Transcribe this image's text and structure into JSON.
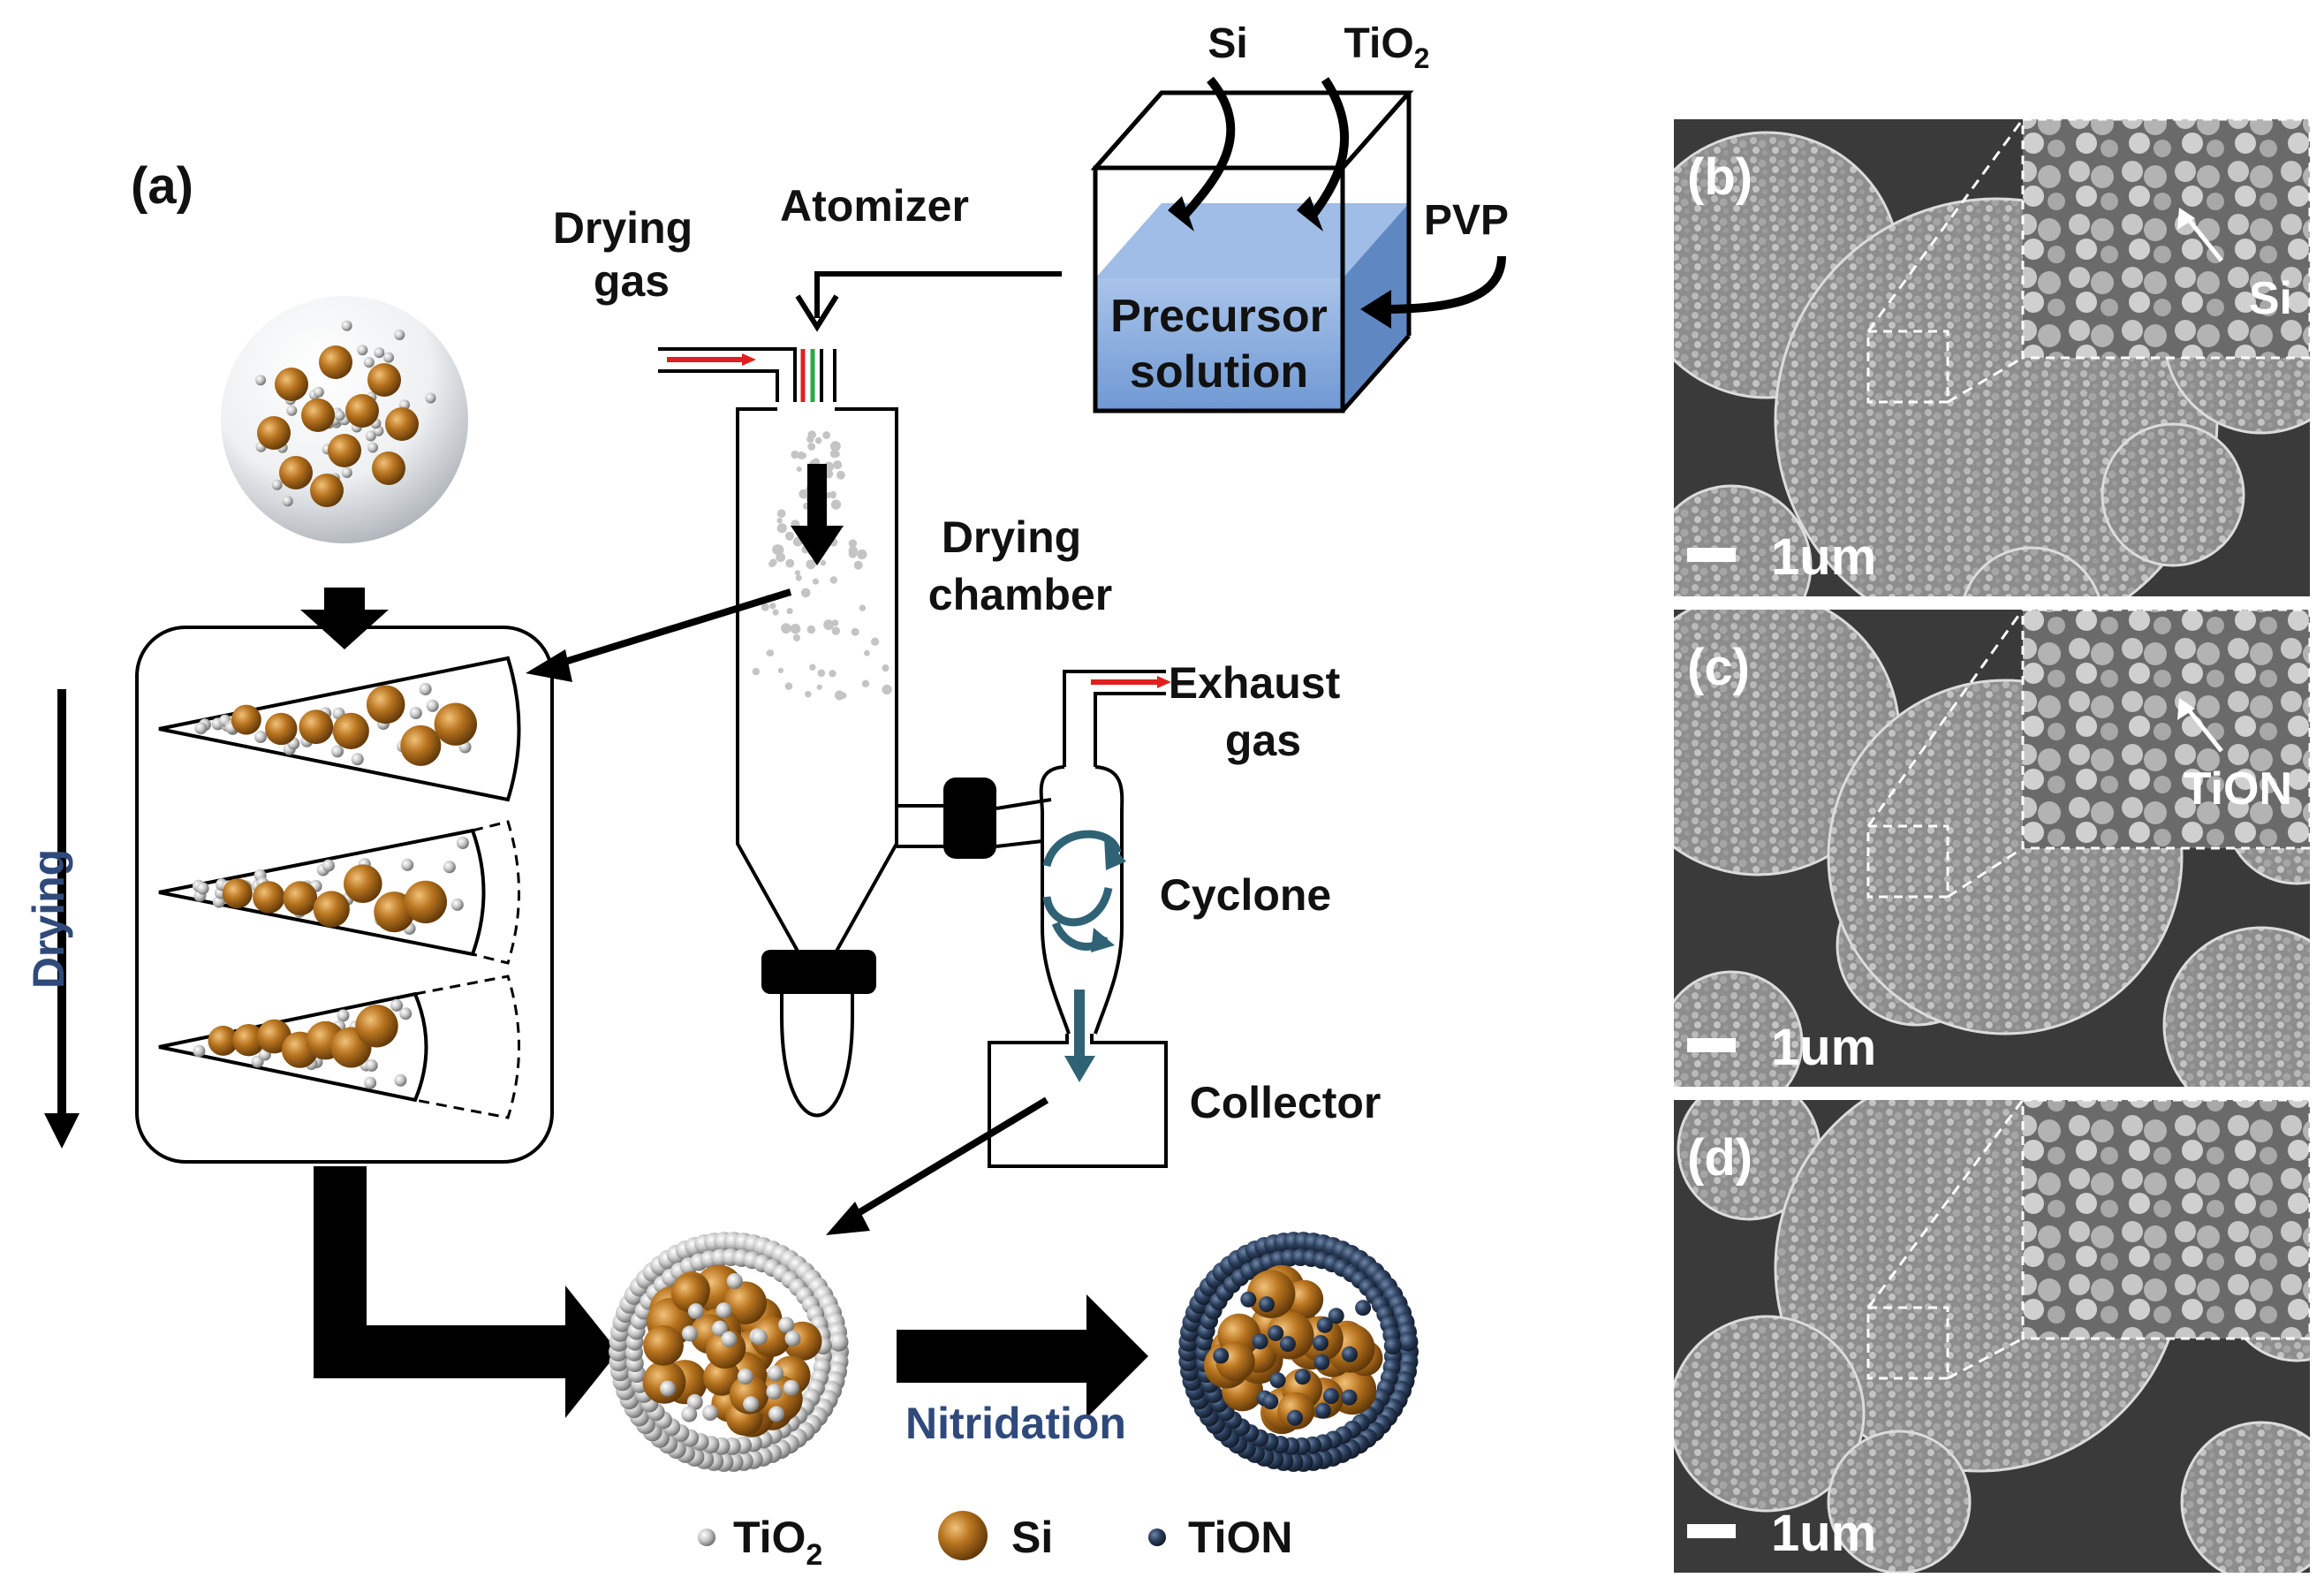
{
  "panel_a": {
    "label": "(a)",
    "precursor": {
      "inputs": [
        "Si",
        "TiO2"
      ],
      "additive": "PVP",
      "box_line1": "Precursor",
      "box_line2": "solution"
    },
    "atomizer": "Atomizer",
    "drying_gas": [
      "Drying",
      "gas"
    ],
    "drying_chamber": [
      "Drying",
      "chamber"
    ],
    "exhaust_gas": [
      "Exhaust",
      "gas"
    ],
    "cyclone": "Cyclone",
    "collector": "Collector",
    "drying_axis": "Drying",
    "nitridation": "Nitridation",
    "legend": [
      {
        "sub": "TiO",
        "subscript": "2",
        "marker": "tio2-sphere"
      },
      {
        "sub": "Si",
        "subscript": "",
        "marker": "si-sphere"
      },
      {
        "sub": "TiON",
        "subscript": "",
        "marker": "tion-sphere"
      }
    ]
  },
  "sem_panels": [
    {
      "label": "(b)",
      "inset_label": "Si",
      "scale": "1um"
    },
    {
      "label": "(c)",
      "inset_label": "TiON",
      "scale": "1um"
    },
    {
      "label": "(d)",
      "inset_label": "",
      "scale": "1um"
    }
  ],
  "colors": {
    "si": "#a8661a",
    "tio2": "#c9c9c9",
    "tion": "#2c3f5c",
    "solution": "#7ea6dc",
    "accent_blue": "#2f4a7a",
    "red_gas": "#e02020",
    "green_gas": "#2aa84a",
    "cyclone_arrow": "#2f6275"
  }
}
